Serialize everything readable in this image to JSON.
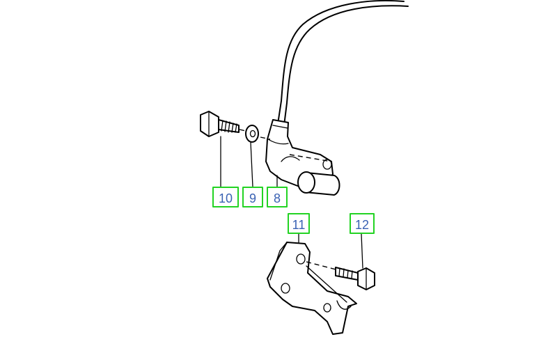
{
  "callouts": {
    "c10": "10",
    "c9": "9",
    "c8": "8",
    "c11": "11",
    "c12": "12"
  },
  "colors": {
    "callout_border": "#22d322",
    "callout_text": "#3a62b3",
    "line_art": "#000000"
  }
}
